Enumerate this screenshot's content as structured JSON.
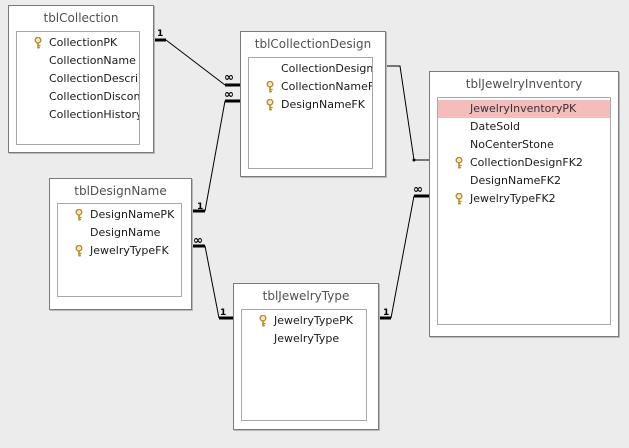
{
  "tables": [
    {
      "id": "tblCollection",
      "title": "tblCollection",
      "fields": [
        {
          "name": "CollectionPK",
          "key": true
        },
        {
          "name": "CollectionName",
          "key": false
        },
        {
          "name": "CollectionDescripti",
          "key": false
        },
        {
          "name": "CollectionDisconti",
          "key": false
        },
        {
          "name": "CollectionHistory",
          "key": false
        }
      ]
    },
    {
      "id": "tblCollectionDesign",
      "title": "tblCollectionDesign",
      "fields": [
        {
          "name": "CollectionDesignPl",
          "key": false
        },
        {
          "name": "CollectionNameFK",
          "key": true
        },
        {
          "name": "DesignNameFK",
          "key": true
        }
      ]
    },
    {
      "id": "tblJewelryInventory",
      "title": "tblJewelryInventory",
      "fields": [
        {
          "name": "JewelryInventoryPK",
          "key": false,
          "selected": true
        },
        {
          "name": "DateSold",
          "key": false
        },
        {
          "name": "NoCenterStone",
          "key": false
        },
        {
          "name": "CollectionDesignFK2",
          "key": true
        },
        {
          "name": "DesignNameFK2",
          "key": false
        },
        {
          "name": "JewelryTypeFK2",
          "key": true
        }
      ]
    },
    {
      "id": "tblDesignName",
      "title": "tblDesignName",
      "fields": [
        {
          "name": "DesignNamePK",
          "key": true
        },
        {
          "name": "DesignName",
          "key": false
        },
        {
          "name": "JewelryTypeFK",
          "key": true
        }
      ]
    },
    {
      "id": "tblJewelryType",
      "title": "tblJewelryType",
      "fields": [
        {
          "name": "JewelryTypePK",
          "key": true
        },
        {
          "name": "JewelryType",
          "key": false
        }
      ]
    }
  ],
  "relationships": [
    {
      "id": "coll-to-colldesign",
      "from": "tblCollection",
      "to": "tblCollectionDesign",
      "from_card": "1",
      "to_card": "∞"
    },
    {
      "id": "designname-to-colldesign",
      "from": "tblDesignName",
      "to": "tblCollectionDesign",
      "from_card": "1",
      "to_card": "∞"
    },
    {
      "id": "colldesign-to-inventory",
      "from": "tblCollectionDesign",
      "to": "tblJewelryInventory",
      "from_card": "",
      "to_card": ""
    },
    {
      "id": "designname-to-jewelrytype",
      "from": "tblDesignName",
      "to": "tblJewelryType",
      "from_card": "∞",
      "to_card": "1"
    },
    {
      "id": "jewelrytype-to-inventory",
      "from": "tblJewelryType",
      "to": "tblJewelryInventory",
      "from_card": "1",
      "to_card": "∞"
    }
  ],
  "colors": {
    "selected_row": "#f5bcbc",
    "key_icon": "#c8a032",
    "line": "#000000",
    "background": "#ececec"
  }
}
